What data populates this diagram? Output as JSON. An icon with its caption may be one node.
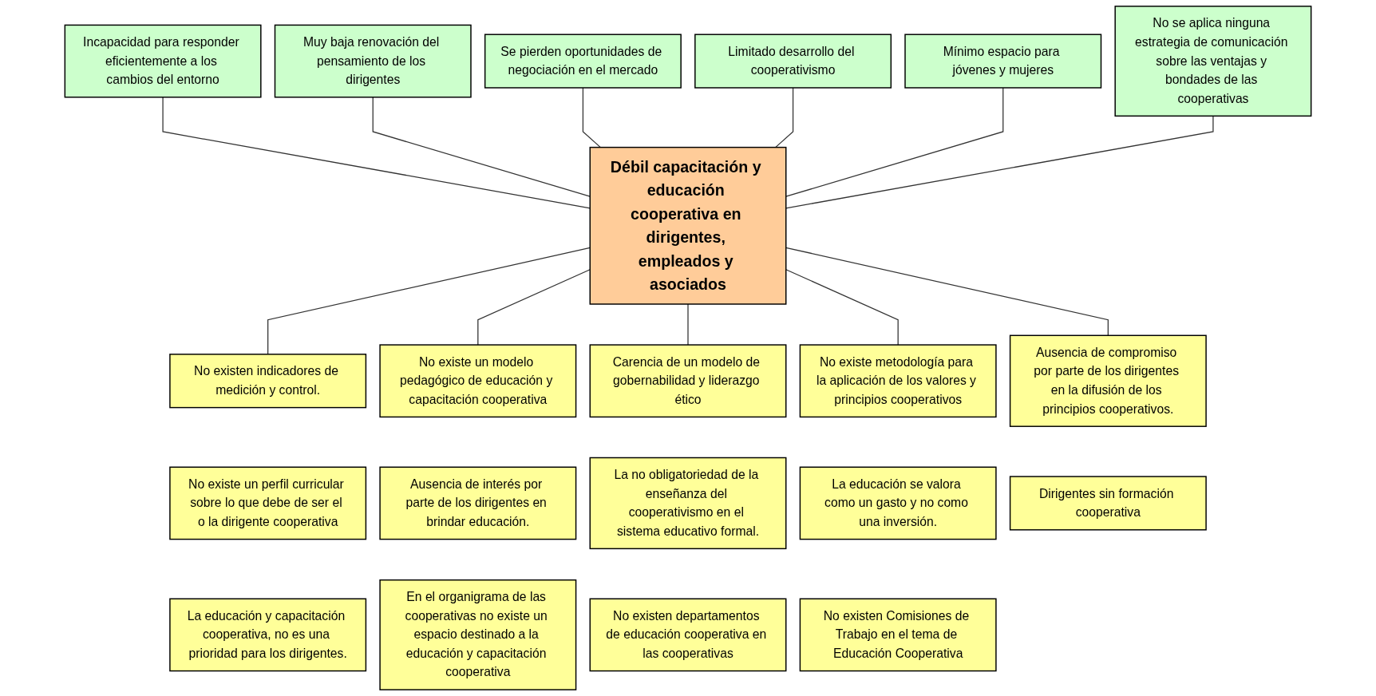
{
  "diagram": {
    "nodes": [
      {
        "text": [
          "Incapacidad para responder eficientemente a los cambios del entorno"
        ]
      },
      {
        "text": [
          "Muy baja renovación del pensamiento de los dirigentes"
        ]
      },
      {
        "text": [
          "Se pierden oportunidades de negociación en el mercado"
        ]
      },
      {
        "text": [
          "Limitado desarrollo del cooperativismo"
        ]
      },
      {
        "text": [
          "Mínimo espacio para jóvenes y mujeres"
        ]
      },
      {
        "text": [
          "No se aplica ninguna estrategia de comunicación sobre las ventajas y bondades de las cooperativas"
        ]
      },
      {
        "text": [
          "Débil capacitación y educación cooperativa en dirigentes, empleados y asociados"
        ]
      },
      {
        "text": [
          "No existen indicadores de medición y control."
        ]
      },
      {
        "text": [
          "No existe un modelo pedagógico de educación y capacitación cooperativa"
        ]
      },
      {
        "text": [
          "Carencia de un modelo de gobernabilidad y liderazgo ético"
        ]
      },
      {
        "text": [
          "No existe metodología para la aplicación de los valores y principios cooperativos"
        ]
      },
      {
        "text": [
          "Ausencia de compromiso por parte de los dirigentes en la difusión de los principios cooperativos."
        ]
      },
      {
        "text": [
          "No existe un perfil curricular sobre lo que debe de ser el o la dirigente cooperativa"
        ]
      },
      {
        "text": [
          "Ausencia de interés por parte de los dirigentes en brindar educación."
        ]
      },
      {
        "text": [
          "La no obligatoriedad de la enseñanza del cooperativismo en el sistema educativo formal."
        ]
      },
      {
        "text": [
          "La educación se valora como un gasto y no como una inversión."
        ]
      },
      {
        "text": [
          "Dirigentes sin formación cooperativa"
        ]
      },
      {
        "text": [
          "La educación y capacitación cooperativa, no es una prioridad para los dirigentes."
        ]
      },
      {
        "text": [
          "En el organigrama de las cooperativas no existe un espacio destinado a la educación y capacitación cooperativa"
        ]
      },
      {
        "text": [
          "No existen departamentos de educación cooperativa en las cooperativas"
        ]
      },
      {
        "text": [
          "No existen Comisiones de Trabajo en el tema de Educación Cooperativa"
        ]
      }
    ],
    "edges": [
      {
        "from": 0,
        "to": 6,
        "arrow": "none"
      },
      {
        "from": 1,
        "to": 6,
        "arrow": "none"
      },
      {
        "from": 2,
        "to": 6,
        "arrow": "none"
      },
      {
        "from": 3,
        "to": 6,
        "arrow": "none"
      },
      {
        "from": 4,
        "to": 6,
        "arrow": "none"
      },
      {
        "from": 5,
        "to": 6,
        "arrow": "none"
      },
      {
        "from": 6,
        "to": 7,
        "arrow": "none"
      },
      {
        "from": 6,
        "to": 8,
        "arrow": "none"
      },
      {
        "from": 6,
        "to": 9,
        "arrow": "none"
      },
      {
        "from": 6,
        "to": 10,
        "arrow": "none"
      },
      {
        "from": 6,
        "to": 11,
        "arrow": "none"
      }
    ]
  }
}
